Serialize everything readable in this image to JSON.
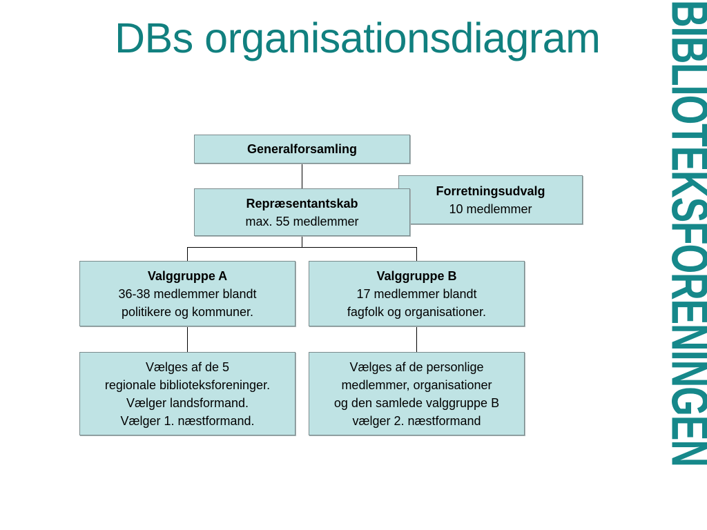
{
  "title": "DBs organisationsdiagram",
  "brand": "BIBLIOTEKSFORENINGEN",
  "colors": {
    "title": "#11807f",
    "brand": "#16888a",
    "box_fill": "#bfe3e4",
    "box_border": "#7a8a8c",
    "connector": "#000000"
  },
  "nodes": {
    "generalforsamling": {
      "heading": "Generalforsamling"
    },
    "forretningsudvalg": {
      "heading": "Forretningsudvalg",
      "lines": [
        "10 medlemmer"
      ]
    },
    "repraesentantskab": {
      "heading": "Repræsentantskab",
      "lines": [
        "max. 55 medlemmer"
      ]
    },
    "valggruppe_a": {
      "heading": "Valggruppe A",
      "lines": [
        "36-38 medlemmer blandt",
        "politikere og kommuner."
      ]
    },
    "valggruppe_b": {
      "heading": "Valggruppe B",
      "lines": [
        "17 medlemmer blandt",
        "fagfolk og organisationer."
      ]
    },
    "valg_a_detail": {
      "lines": [
        "Vælges af de 5",
        "regionale biblioteksforeninger.",
        "Vælger landsformand.",
        "Vælger 1. næstformand."
      ]
    },
    "valg_b_detail": {
      "lines": [
        "Vælges af de personlige",
        "medlemmer, organisationer",
        "og den samlede valggruppe B",
        "vælger 2. næstformand"
      ]
    }
  }
}
